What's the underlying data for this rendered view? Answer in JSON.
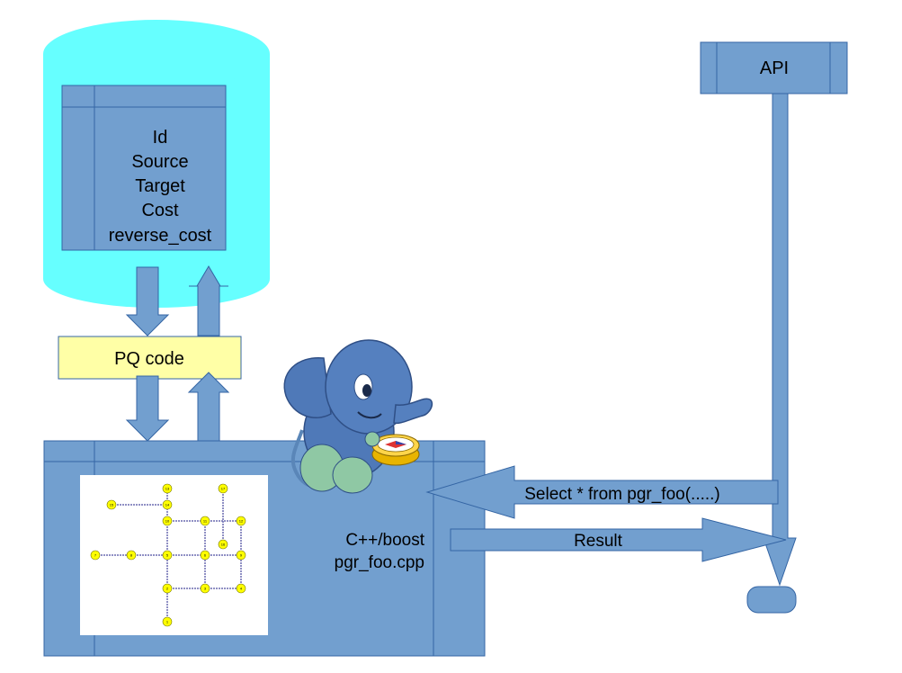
{
  "table": {
    "fields": [
      "Id",
      "Source",
      "Target",
      "Cost",
      "reverse_cost"
    ]
  },
  "pq": {
    "label": "PQ code"
  },
  "api": {
    "label": "API"
  },
  "query": {
    "label": "Select * from pgr_foo(.....)"
  },
  "result": {
    "label": "Result"
  },
  "cpp": {
    "line1": "C++/boost",
    "line2": "pgr_foo.cpp"
  },
  "colors": {
    "database": "#66ffff",
    "box": "#729fcf",
    "box_border": "#3465a4",
    "pq_fill": "#ffffa6",
    "node_fill": "#ffff00"
  },
  "graph": {
    "nodes": [
      {
        "id": "1"
      },
      {
        "id": "2"
      },
      {
        "id": "3"
      },
      {
        "id": "4"
      },
      {
        "id": "5"
      },
      {
        "id": "6"
      },
      {
        "id": "7"
      },
      {
        "id": "8"
      },
      {
        "id": "9"
      },
      {
        "id": "10"
      },
      {
        "id": "11"
      },
      {
        "id": "12"
      },
      {
        "id": "13"
      },
      {
        "id": "14"
      },
      {
        "id": "15"
      },
      {
        "id": "16"
      },
      {
        "id": "17"
      }
    ]
  }
}
